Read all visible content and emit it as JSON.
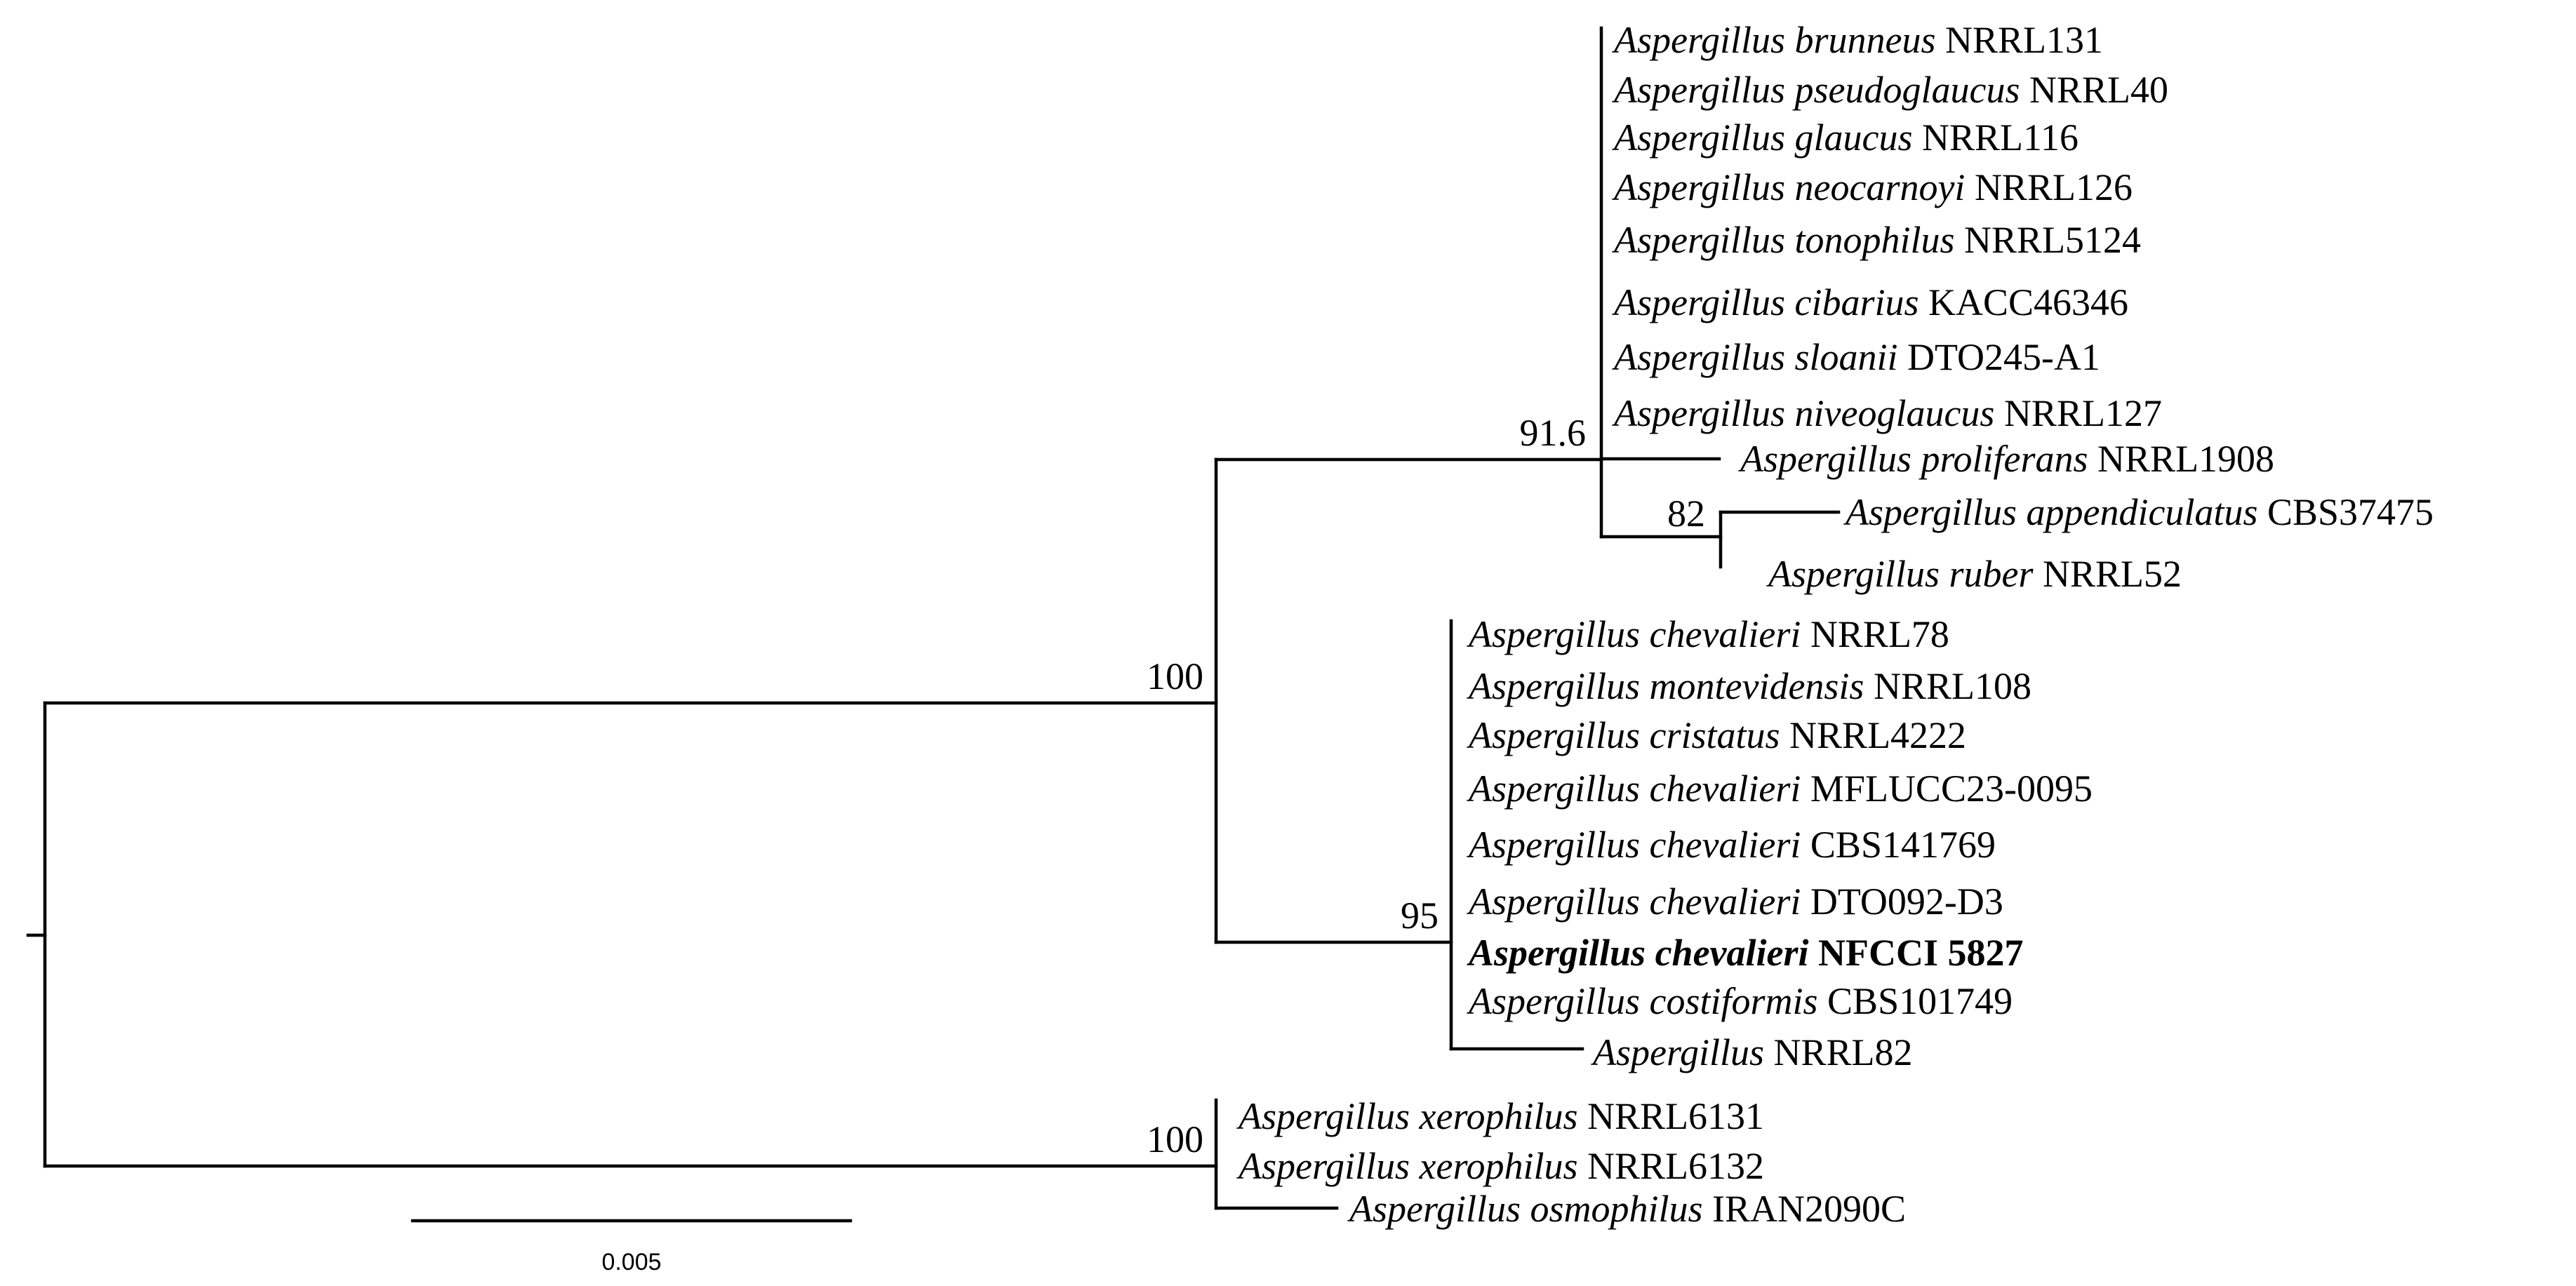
{
  "tree": {
    "nodes": [
      {
        "id": "root",
        "support": ""
      },
      {
        "id": "ingroup",
        "parent": "root",
        "support": "100"
      },
      {
        "id": "clade_glaucus",
        "parent": "ingroup",
        "support": "91.6"
      },
      {
        "id": "clade_ruber",
        "parent": "clade_glaucus",
        "support": "82"
      },
      {
        "id": "clade_chevalieri",
        "parent": "ingroup",
        "support": "95"
      },
      {
        "id": "outgroup",
        "parent": "root",
        "support": "100"
      }
    ],
    "leaves": [
      {
        "genus": "Aspergillus",
        "species": "brunneus",
        "strain": "NRRL131",
        "parent": "clade_glaucus",
        "highlight": false
      },
      {
        "genus": "Aspergillus",
        "species": "pseudoglaucus",
        "strain": "NRRL40",
        "parent": "clade_glaucus",
        "highlight": false
      },
      {
        "genus": "Aspergillus",
        "species": "glaucus",
        "strain": "NRRL116",
        "parent": "clade_glaucus",
        "highlight": false
      },
      {
        "genus": "Aspergillus",
        "species": "neocarnoyi",
        "strain": "NRRL126",
        "parent": "clade_glaucus",
        "highlight": false
      },
      {
        "genus": "Aspergillus",
        "species": "tonophilus",
        "strain": "NRRL5124",
        "parent": "clade_glaucus",
        "highlight": false
      },
      {
        "genus": "Aspergillus",
        "species": "cibarius",
        "strain": "KACC46346",
        "parent": "clade_glaucus",
        "highlight": false
      },
      {
        "genus": "Aspergillus",
        "species": "sloanii",
        "strain": "DTO245-A1",
        "parent": "clade_glaucus",
        "highlight": false
      },
      {
        "genus": "Aspergillus",
        "species": "niveoglaucus",
        "strain": "NRRL127",
        "parent": "clade_glaucus",
        "highlight": false
      },
      {
        "genus": "Aspergillus",
        "species": "proliferans",
        "strain": "NRRL1908",
        "parent": "clade_glaucus",
        "highlight": false
      },
      {
        "genus": "Aspergillus",
        "species": "appendiculatus",
        "strain": "CBS37475",
        "parent": "clade_ruber",
        "highlight": false
      },
      {
        "genus": "Aspergillus",
        "species": "ruber",
        "strain": "NRRL52",
        "parent": "clade_ruber",
        "highlight": false
      },
      {
        "genus": "Aspergillus",
        "species": "chevalieri",
        "strain": "NRRL78",
        "parent": "clade_chevalieri",
        "highlight": false
      },
      {
        "genus": "Aspergillus",
        "species": "montevidensis",
        "strain": "NRRL108",
        "parent": "clade_chevalieri",
        "highlight": false
      },
      {
        "genus": "Aspergillus",
        "species": "cristatus",
        "strain": "NRRL4222",
        "parent": "clade_chevalieri",
        "highlight": false
      },
      {
        "genus": "Aspergillus",
        "species": "chevalieri",
        "strain": "MFLUCC23-0095",
        "parent": "clade_chevalieri",
        "highlight": false
      },
      {
        "genus": "Aspergillus",
        "species": "chevalieri",
        "strain": "CBS141769",
        "parent": "clade_chevalieri",
        "highlight": false
      },
      {
        "genus": "Aspergillus",
        "species": "chevalieri",
        "strain": "DTO092-D3",
        "parent": "clade_chevalieri",
        "highlight": false
      },
      {
        "genus": "Aspergillus",
        "species": "chevalieri",
        "strain": "NFCCI 5827",
        "parent": "clade_chevalieri",
        "highlight": true
      },
      {
        "genus": "Aspergillus",
        "species": "costiformis",
        "strain": "CBS101749",
        "parent": "clade_chevalieri",
        "highlight": false
      },
      {
        "genus": "Aspergillus",
        "species": "",
        "strain": "NRRL82",
        "parent": "clade_chevalieri",
        "highlight": false
      },
      {
        "genus": "Aspergillus",
        "species": "xerophilus",
        "strain": "NRRL6131",
        "parent": "outgroup",
        "highlight": false
      },
      {
        "genus": "Aspergillus",
        "species": "xerophilus",
        "strain": "NRRL6132",
        "parent": "outgroup",
        "highlight": false
      },
      {
        "genus": "Aspergillus",
        "species": "osmophilus",
        "strain": "IRAN2090C",
        "parent": "outgroup",
        "highlight": false
      }
    ]
  },
  "scale_bar": {
    "label": "0.005"
  }
}
